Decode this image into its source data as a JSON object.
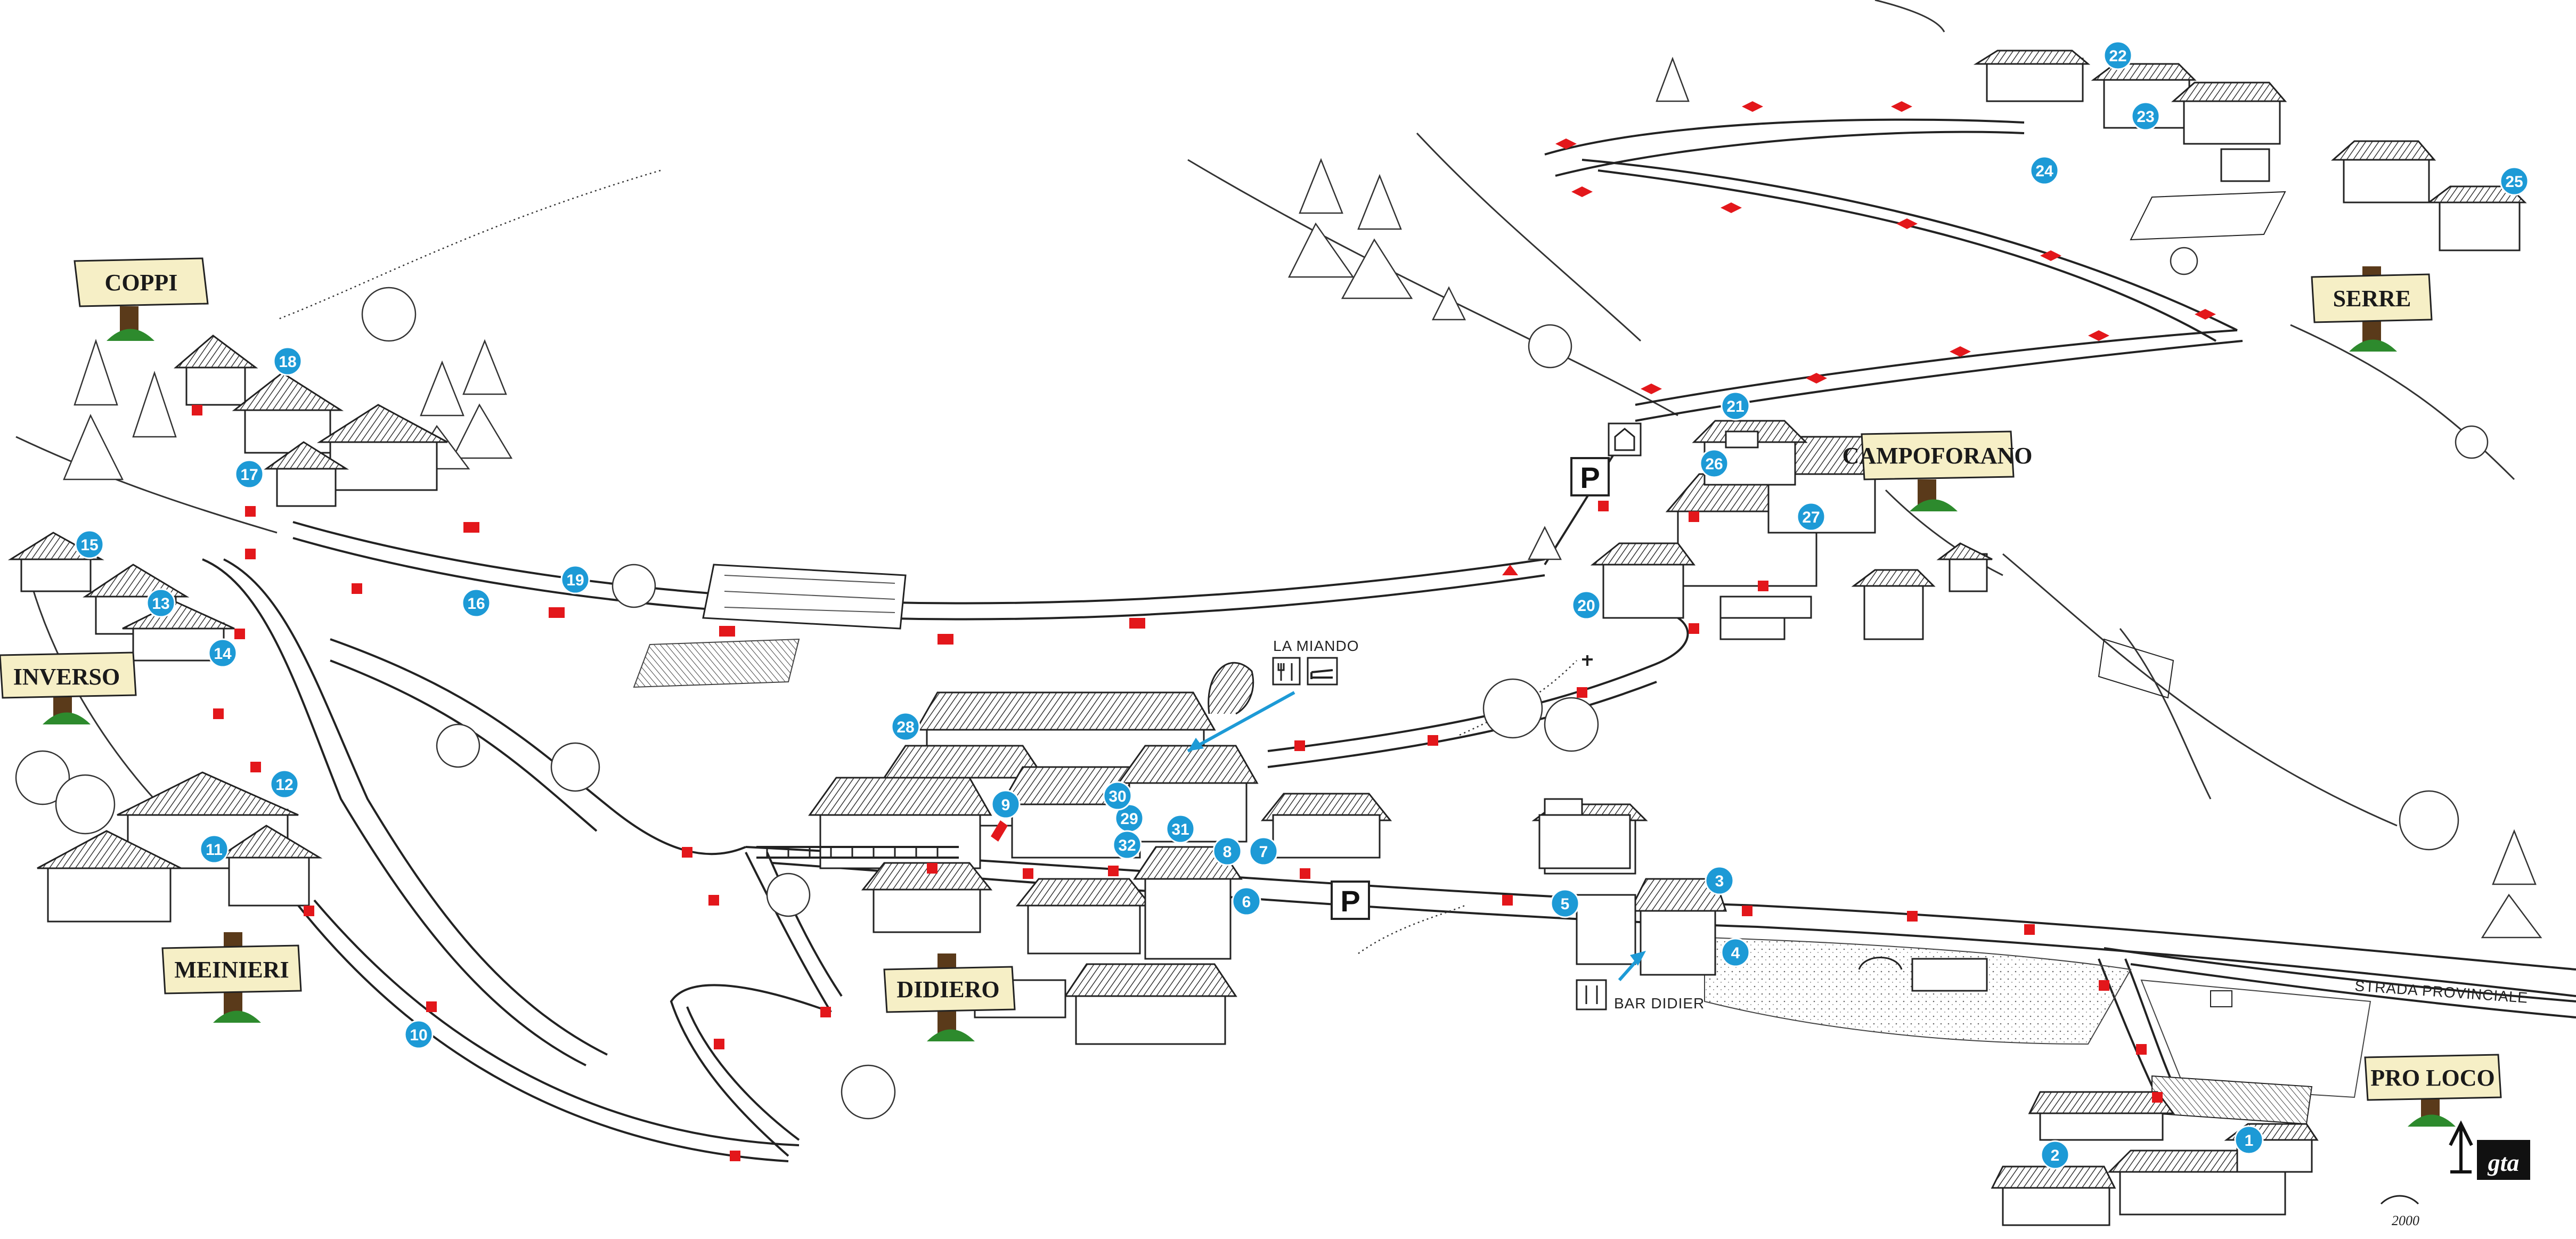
{
  "signs": {
    "coppi": "COPPI",
    "inverso": "INVERSO",
    "meinieri": "MEINIERI",
    "didiero": "DIDIERO",
    "campoforano": "CAMPOFORANO",
    "serre": "SERRE",
    "pro_loco": "PRO LOCO"
  },
  "labels": {
    "la_miando": "LA MIANDO",
    "bar_didier": "BAR DIDIER",
    "strada_provinciale": "STRADA PROVINCIALE",
    "parking": "P",
    "logo_text": "gta",
    "signature": "2000"
  },
  "icons": {
    "restaurant": "fork-knife-icon",
    "bed": "bed-icon",
    "chapel": "chapel-icon",
    "parking": "parking-icon"
  },
  "colors": {
    "marker": "#1d9ad6",
    "arrow": "#e3171b",
    "sign_board": "#f6efc6",
    "ink": "#222222"
  },
  "markers": [
    "1",
    "2",
    "3",
    "4",
    "5",
    "6",
    "7",
    "8",
    "9",
    "10",
    "11",
    "12",
    "13",
    "14",
    "15",
    "16",
    "17",
    "18",
    "19",
    "20",
    "21",
    "22",
    "23",
    "24",
    "25",
    "26",
    "27",
    "28",
    "29",
    "30",
    "31",
    "32"
  ]
}
